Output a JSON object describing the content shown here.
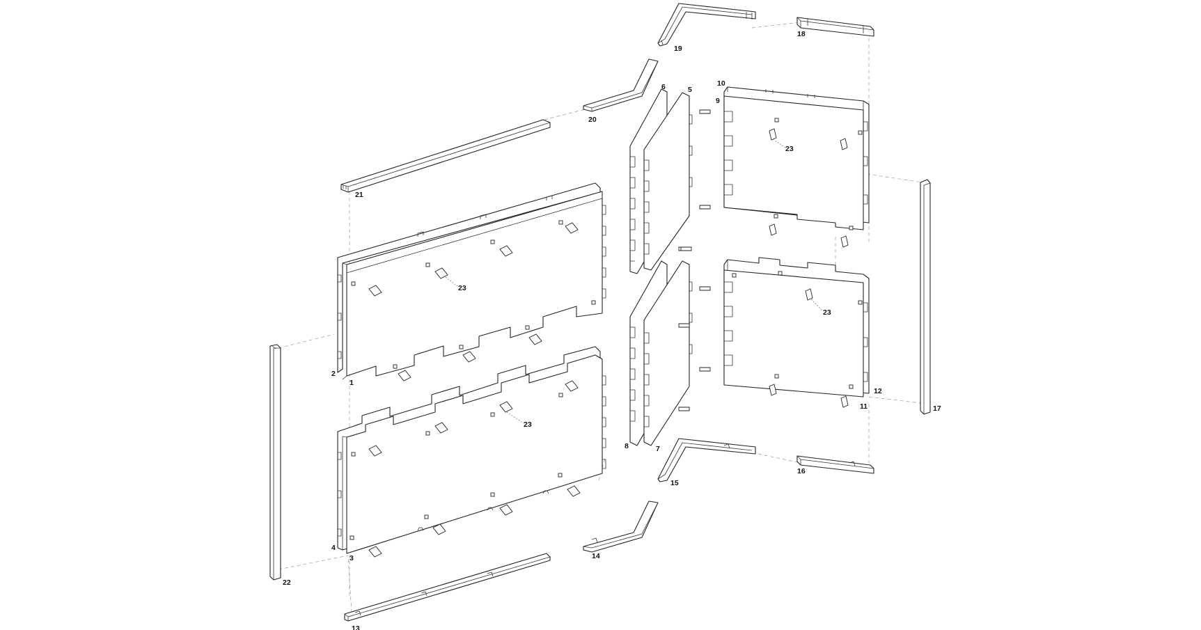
{
  "diagram": {
    "part_labels": [
      "1",
      "2",
      "3",
      "4",
      "5",
      "6",
      "7",
      "8",
      "9",
      "10",
      "11",
      "12",
      "13",
      "14",
      "15",
      "16",
      "17",
      "18",
      "19",
      "20",
      "21",
      "22",
      "23"
    ],
    "dowel_label": "23"
  },
  "colors": {
    "line": "#222222",
    "guide": "#999999",
    "background": "#ffffff"
  }
}
